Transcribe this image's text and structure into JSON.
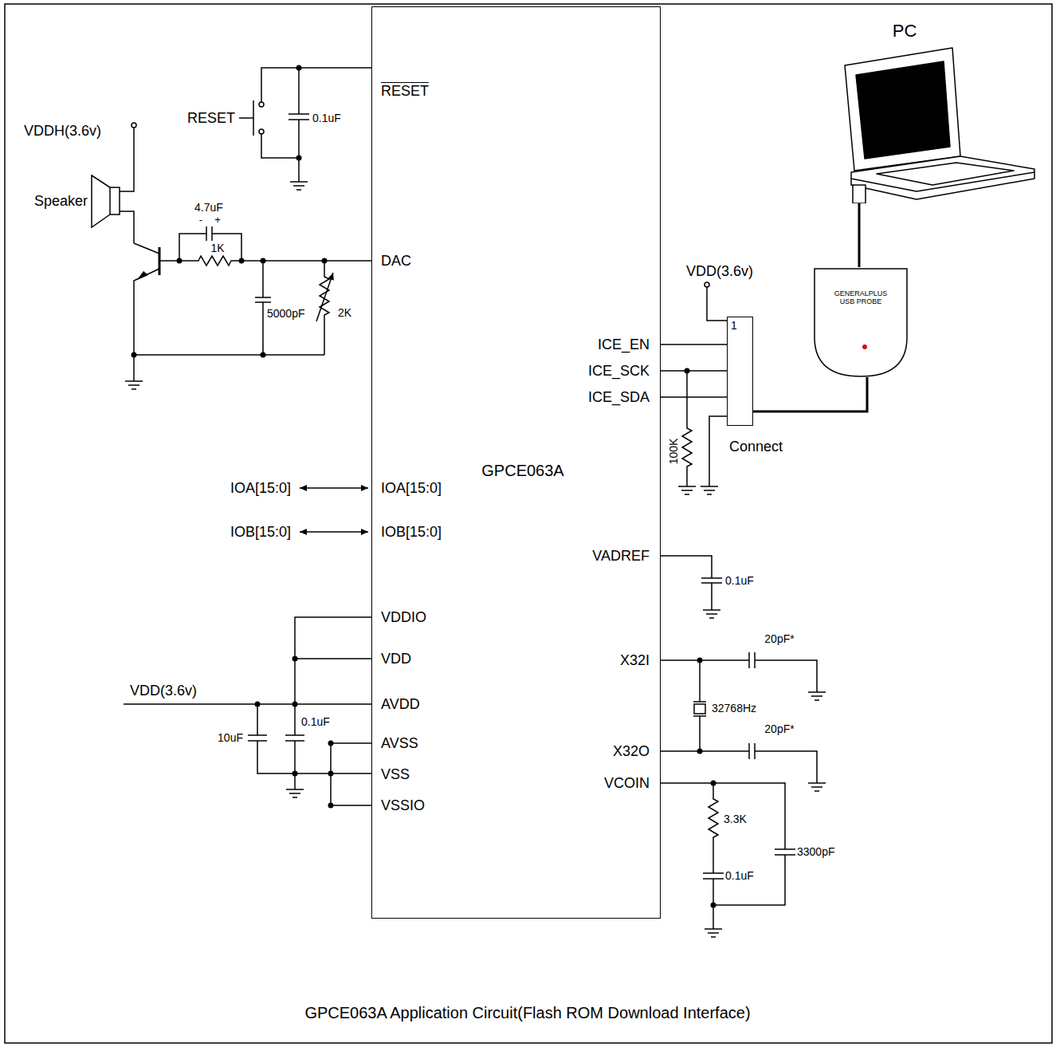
{
  "diagram": {
    "caption": "GPCE063A Application Circuit(Flash ROM Download Interface)",
    "nodes": [
      {
        "text": [
          "GPCE063A"
        ]
      },
      {
        "text": [
          "1",
          "Connect"
        ]
      },
      {
        "text": [
          "GENERALPLUS USB PROBE"
        ]
      },
      {
        "text": [
          "PC"
        ]
      }
    ],
    "edges": [
      {
        "from": 0,
        "to": 1,
        "arrow": "none"
      },
      {
        "from": 0,
        "to": 1,
        "arrow": "none"
      },
      {
        "from": 0,
        "to": 1,
        "arrow": "none"
      },
      {
        "from": 1,
        "to": 2,
        "arrow": "none"
      },
      {
        "from": 2,
        "to": 3,
        "arrow": "none"
      }
    ],
    "labels": [
      "RESET",
      "VDDH(3.6v)",
      "RESET",
      "0.1uF",
      "Speaker",
      "-",
      "+",
      "4.7uF",
      "1K",
      "DAC",
      "5000pF",
      "2K",
      "VDD(3.6v)",
      "ICE_EN",
      "ICE_SCK",
      "ICE_SDA",
      "100K",
      "IOA[15:0]",
      "IOA[15:0]",
      "IOB[15:0]",
      "IOB[15:0]",
      "VADREF",
      "0.1uF",
      "VDDIO",
      "X32I",
      "20pF*",
      "VDD",
      "VDD(3.6v)",
      "AVDD",
      "32768Hz",
      "20pF*",
      "10uF",
      "0.1uF",
      "AVSS",
      "X32O",
      "VSS",
      "VCOIN",
      "VSSIO",
      "3.3K",
      "3300pF",
      "0.1uF"
    ]
  }
}
